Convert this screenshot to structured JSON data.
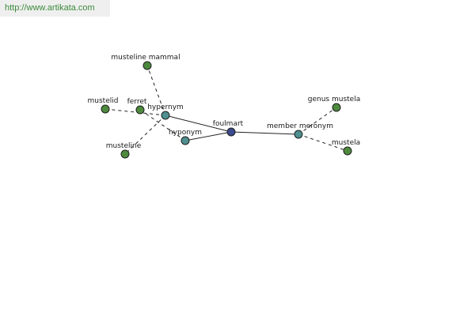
{
  "watermark": {
    "text": "http://www.artikata.com"
  },
  "colors": {
    "center": "#3b4a8c",
    "relation": "#4f8f8f",
    "leaf": "#4e8a3e",
    "edge": "#222222"
  },
  "graph": {
    "nodes": [
      {
        "id": "foulmart",
        "label": "foulmart",
        "kind": "center"
      },
      {
        "id": "hypernym",
        "label": "hypernym",
        "kind": "relation"
      },
      {
        "id": "hyponym",
        "label": "hyponym",
        "kind": "relation"
      },
      {
        "id": "member-meronym",
        "label": "member meronym",
        "kind": "relation"
      },
      {
        "id": "musteline-mammal",
        "label": "musteline mammal",
        "kind": "leaf"
      },
      {
        "id": "mustelid",
        "label": "mustelid",
        "kind": "leaf"
      },
      {
        "id": "ferret",
        "label": "ferret",
        "kind": "leaf"
      },
      {
        "id": "musteline",
        "label": "musteline",
        "kind": "leaf"
      },
      {
        "id": "genus-mustela",
        "label": "genus mustela",
        "kind": "leaf"
      },
      {
        "id": "mustela",
        "label": "mustela",
        "kind": "leaf"
      }
    ],
    "edges": [
      {
        "from": "foulmart",
        "to": "hypernym",
        "style": "solid"
      },
      {
        "from": "foulmart",
        "to": "hyponym",
        "style": "solid"
      },
      {
        "from": "foulmart",
        "to": "member-meronym",
        "style": "solid"
      },
      {
        "from": "hypernym",
        "to": "musteline-mammal",
        "style": "dashed"
      },
      {
        "from": "hypernym",
        "to": "mustelid",
        "style": "dashed"
      },
      {
        "from": "hypernym",
        "to": "musteline",
        "style": "dashed"
      },
      {
        "from": "hyponym",
        "to": "ferret",
        "style": "dashed"
      },
      {
        "from": "member-meronym",
        "to": "genus-mustela",
        "style": "dashed"
      },
      {
        "from": "member-meronym",
        "to": "mustela",
        "style": "dashed"
      }
    ]
  }
}
